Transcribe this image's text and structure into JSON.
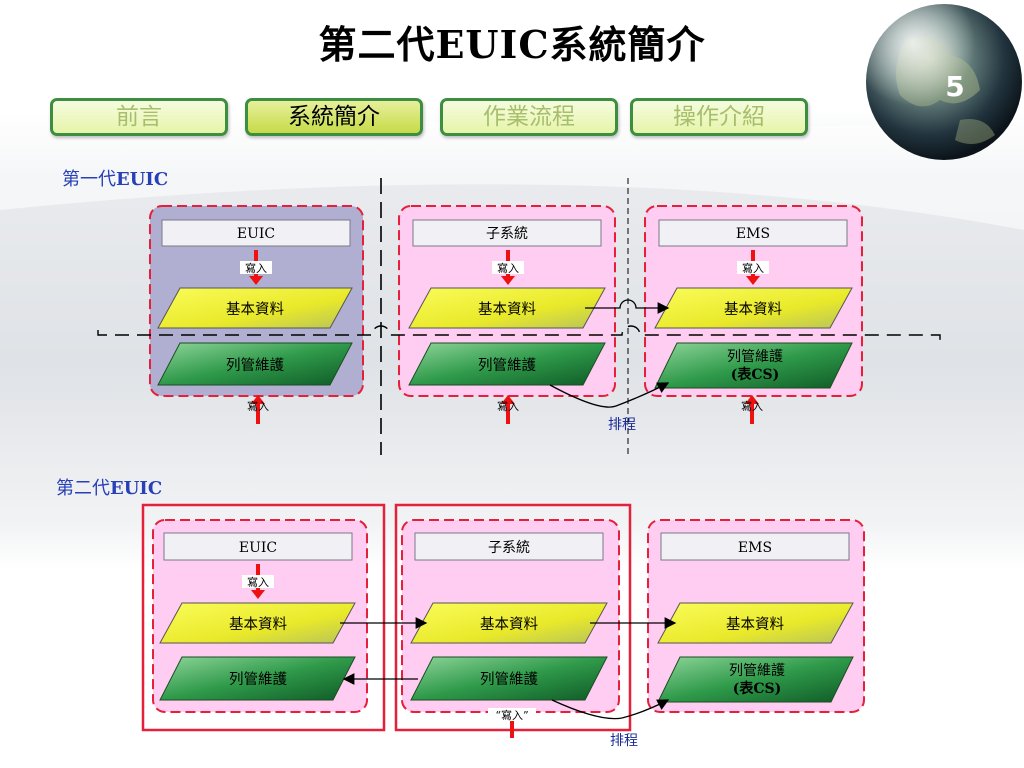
{
  "title": "第二代EUIC系統簡介",
  "page_number": "5",
  "nav": {
    "tabs": [
      {
        "label": "前言",
        "active": false
      },
      {
        "label": "系統簡介",
        "active": true
      },
      {
        "label": "作業流程",
        "active": false
      },
      {
        "label": "操作介紹",
        "active": false
      }
    ]
  },
  "gen1": {
    "label_prefix": "第一代",
    "label_suffix": "EUIC",
    "panels": {
      "euic": "EUIC",
      "subsystem": "子系統",
      "ems": "EMS"
    },
    "basic_data": "基本資料",
    "maintenance": "列管維護",
    "ems_maintenance_line1": "列管維護",
    "ems_maintenance_line2": "(表CS)",
    "write_in": "寫入",
    "schedule": "排程"
  },
  "gen2": {
    "label_prefix": "第二代",
    "label_suffix": "EUIC",
    "panels": {
      "euic": "EUIC",
      "subsystem": "子系統",
      "ems": "EMS"
    },
    "basic_data": "基本資料",
    "maintenance": "列管維護",
    "ems_maintenance_line1": "列管維護",
    "ems_maintenance_line2": "(表CS)",
    "write_in": "寫入",
    "write_in_quoted": "“寫入”",
    "schedule": "排程"
  },
  "colors": {
    "nav_border": "#3e8e41",
    "panel_pink": "#ffccf2",
    "panel_purple": "#b0aed1",
    "dashed_red": "#e4203a",
    "label_blue": "#2740b8",
    "parallelogram_yellow": "#f1f133",
    "parallelogram_green": "#1f8a3c"
  }
}
